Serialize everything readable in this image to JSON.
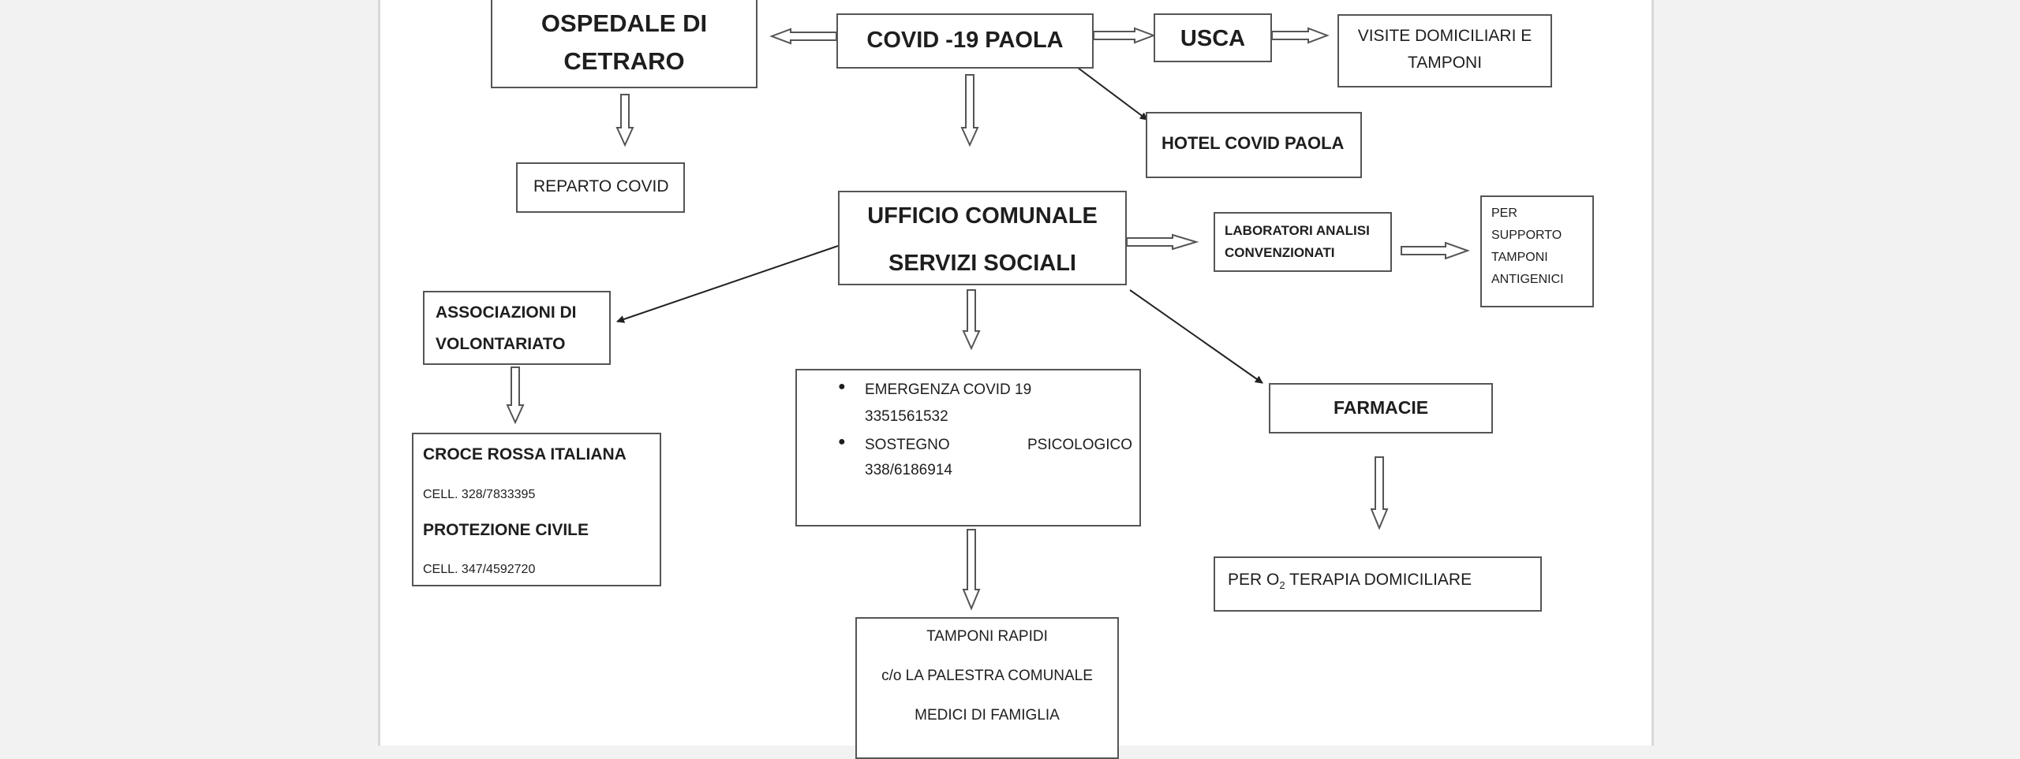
{
  "nodes": {
    "ospedale": [
      "OSPEDALE DI",
      "CETRARO"
    ],
    "covid": "COVID -19 PAOLA",
    "usca": "USCA",
    "visite": [
      "VISITE DOMICILIARI E",
      "TAMPONI"
    ],
    "hotel": "HOTEL COVID PAOLA",
    "reparto": "REPARTO COVID",
    "ufficio": [
      "UFFICIO COMUNALE",
      "SERVIZI SOCIALI"
    ],
    "laboratori": [
      "LABORATORI ANALISI",
      "CONVENZIONATI"
    ],
    "supporto": [
      "PER",
      "SUPPORTO",
      "TAMPONI",
      "ANTIGENICI"
    ],
    "associazioni": [
      "ASSOCIAZIONI DI",
      "VOLONTARIATO"
    ],
    "emergenza": {
      "items": [
        {
          "label": "EMERGENZA COVID 19",
          "number": "3351561532"
        },
        {
          "label_left": "SOSTEGNO",
          "label_right": "PSICOLOGICO",
          "number": "338/6186914"
        }
      ]
    },
    "farmacie": "FARMACIE",
    "croce": {
      "title1": "CROCE ROSSA ITALIANA",
      "cell1": "CELL. 328/7833395",
      "title2": "PROTEZIONE CIVILE",
      "cell2": "CELL. 347/4592720"
    },
    "ossigeno": {
      "before": "PER O",
      "sub": "2",
      "after": " TERAPIA DOMICILIARE"
    },
    "tamponi": [
      "TAMPONI RAPIDI",
      "c/o LA PALESTRA COMUNALE",
      "MEDICI DI FAMIGLIA"
    ]
  }
}
